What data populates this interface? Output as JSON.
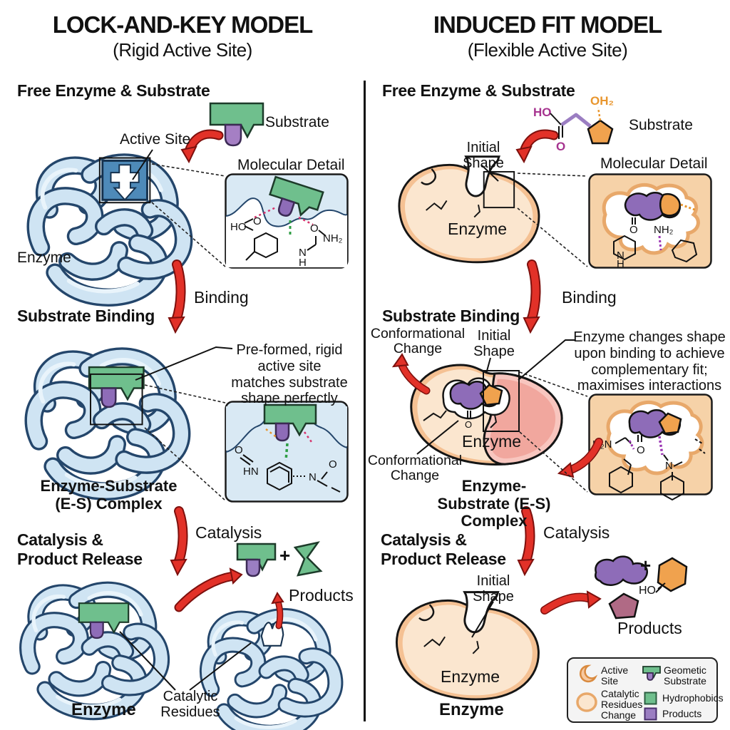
{
  "left": {
    "title": "LOCK-AND-KEY MODEL",
    "subtitle": "(Rigid Active Site)",
    "free": {
      "heading": "Free Enzyme & Substrate",
      "active_site": "Active Site",
      "substrate": "Substrate",
      "enzyme": "Enzyme",
      "molecular_detail": "Molecular Detail",
      "chem": {
        "ho": "HO",
        "o_left": "O",
        "o_right": "O",
        "nh2": "NH₂",
        "n": "N",
        "h": "H"
      }
    },
    "binding_arrow_label": "Binding",
    "binding": {
      "heading": "Substrate Binding",
      "callout": "Pre-formed, rigid active site matches substrate shape perfectly",
      "complex": "Enzyme-Substrate (E-S) Complex",
      "chem": {
        "o_left": "O",
        "hn": "HN",
        "n": "N",
        "o_right": "O"
      }
    },
    "catalysis_arrow_label": "Catalysis",
    "catalysis": {
      "heading": "Catalysis & Product Release",
      "plus": "+",
      "products": "Products",
      "catalytic_residues": "Catalytic Residues",
      "enzyme": "Enzyme"
    }
  },
  "right": {
    "title": "INDUCED FIT MODEL",
    "subtitle": "(Flexible Active Site)",
    "free": {
      "heading": "Free Enzyme & Substrate",
      "initial_shape": "Initial Shape",
      "substrate": "Substrate",
      "enzyme": "Enzyme",
      "molecular_detail": "Molecular Detail",
      "chem": {
        "ho": "HO",
        "o": "O",
        "oh2": "OH₂"
      },
      "detail_chem": {
        "o": "O",
        "nh2": "NH₂",
        "n": "N",
        "h": "H"
      }
    },
    "binding_arrow_label": "Binding",
    "binding": {
      "heading": "Substrate Binding",
      "conformational_top": "Conformational Change",
      "initial_shape": "Initial Shape",
      "conformational_bottom": "Conformational Change",
      "enzyme": "Enzyme",
      "callout": "Enzyme changes shape upon binding to achieve complementary fit; maximises interactions",
      "complex": "Enzyme-Substrate (E-S) Complex",
      "chem": {
        "h2n": "H₂N",
        "o": "O",
        "n": "N"
      }
    },
    "catalysis_arrow_label": "Catalysis",
    "catalysis": {
      "heading": "Catalysis & Product Release",
      "initial_shape": "Initial Shape",
      "enzyme_inner": "Enzyme",
      "enzyme_bold": "Enzyme",
      "plus": "+",
      "ho": "HO",
      "products": "Products"
    }
  },
  "legend": {
    "items": [
      {
        "icon": "active-site-crescent",
        "label": "Active Site"
      },
      {
        "icon": "geometric-substrate",
        "label": "Geometic Substrate"
      },
      {
        "icon": "catalytic-residues-change",
        "label": "Catalytic Residues Change"
      },
      {
        "icon": "hydrophobics-square",
        "label": "Hydrophobics"
      },
      {
        "icon": "products-square",
        "label": "Products"
      }
    ]
  },
  "colors": {
    "arrow_red": "#e23128",
    "enzyme_blue_fill": "#cfe4f3",
    "enzyme_blue_outline": "#24466b",
    "active_site_blue": "#4e8ab9",
    "substrate_green": "#6fbf8d",
    "substrate_purple": "#8e6cb8",
    "orange": "#f0a24e",
    "peach_rim": "#f5c193",
    "peach_fill": "#fbe6cf",
    "pink_rim": "#f8c6bf",
    "pink_fill": "#f1a79e",
    "magenta": "#a6338f",
    "mauve": "#b06a85",
    "detail_blue_bg": "#d9e9f4",
    "detail_peach_bg": "#f6d2a8"
  }
}
